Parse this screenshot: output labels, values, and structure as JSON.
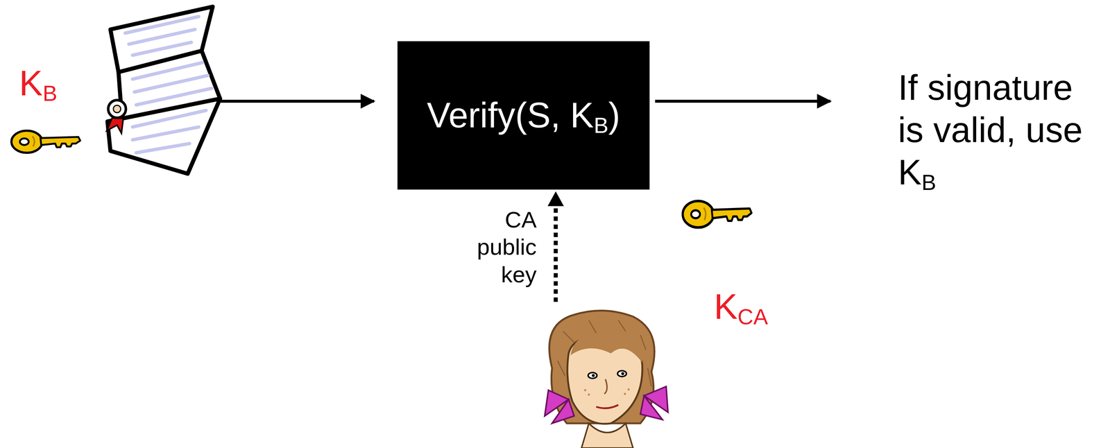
{
  "diagram": {
    "nodes": [
      {
        "text": [
          "Verify(S, KB)"
        ]
      }
    ],
    "labels": [
      "KB",
      "If signature is valid, use KB",
      "CA public key",
      "KCA"
    ]
  }
}
